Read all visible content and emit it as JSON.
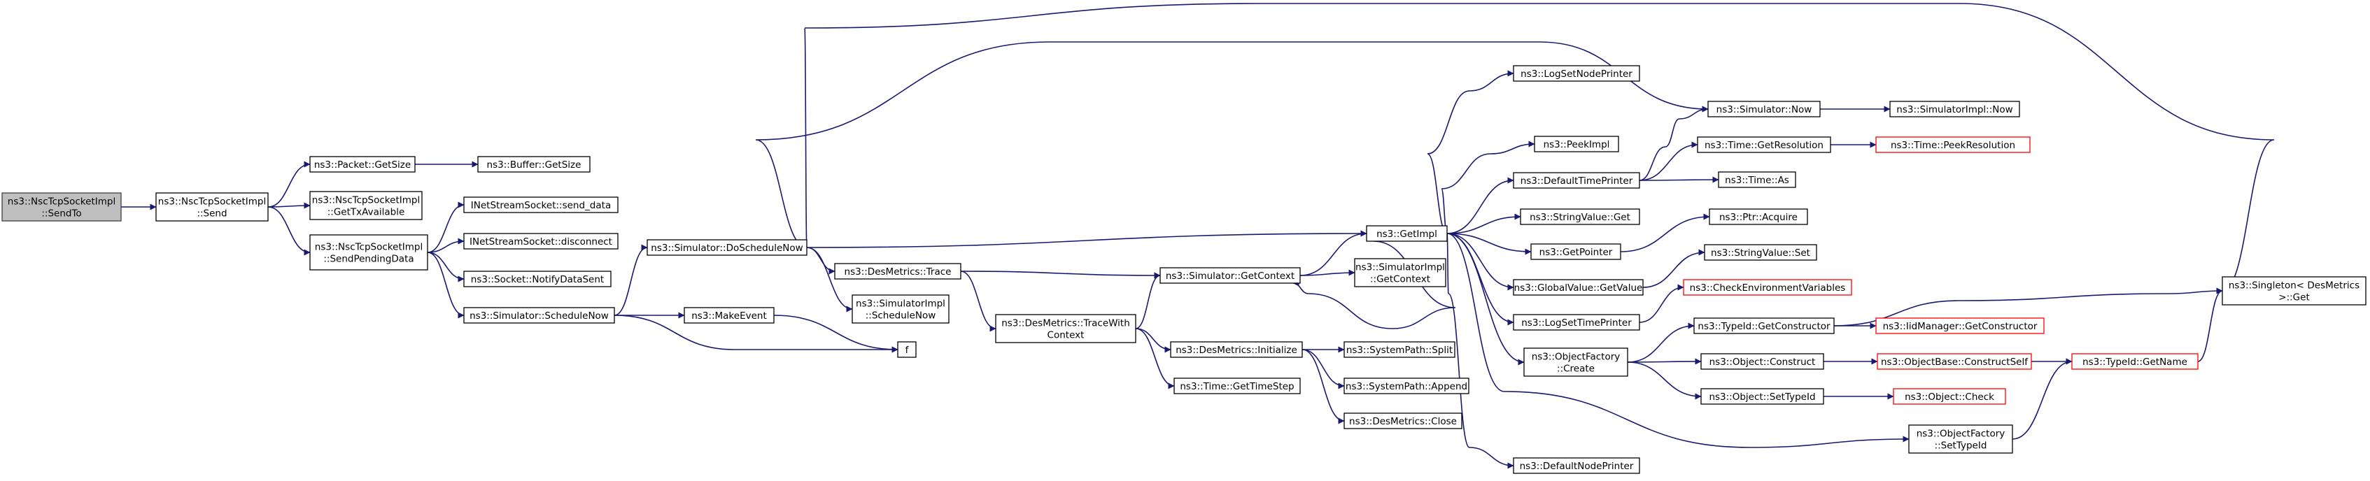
{
  "graph": {
    "edge_color": "#191970",
    "root_fill": "#bfbfbf",
    "truncated_border_color": "#ff0000",
    "nodes": [
      {
        "id": "sendto",
        "lines": [
          "ns3::NscTcpSocketImpl",
          "::SendTo"
        ],
        "root": true
      },
      {
        "id": "send",
        "lines": [
          "ns3::NscTcpSocketImpl",
          "::Send"
        ]
      },
      {
        "id": "packet_getsize",
        "lines": [
          "ns3::Packet::GetSize"
        ]
      },
      {
        "id": "buffer_getsize",
        "lines": [
          "ns3::Buffer::GetSize"
        ]
      },
      {
        "id": "gettxavailable",
        "lines": [
          "ns3::NscTcpSocketImpl",
          "::GetTxAvailable"
        ]
      },
      {
        "id": "sendpendingdata",
        "lines": [
          "ns3::NscTcpSocketImpl",
          "::SendPendingData"
        ]
      },
      {
        "id": "send_data",
        "lines": [
          "INetStreamSocket::send_data"
        ]
      },
      {
        "id": "disconnect",
        "lines": [
          "INetStreamSocket::disconnect"
        ]
      },
      {
        "id": "notifydatasent",
        "lines": [
          "ns3::Socket::NotifyDataSent"
        ]
      },
      {
        "id": "schedulenow",
        "lines": [
          "ns3::Simulator::ScheduleNow"
        ]
      },
      {
        "id": "makeevent",
        "lines": [
          "ns3::MakeEvent"
        ]
      },
      {
        "id": "f",
        "lines": [
          "f"
        ]
      },
      {
        "id": "doschedulenow",
        "lines": [
          "ns3::Simulator::DoScheduleNow"
        ]
      },
      {
        "id": "desmetrics_trace",
        "lines": [
          "ns3::DesMetrics::Trace"
        ]
      },
      {
        "id": "simimpl_schedulenow",
        "lines": [
          "ns3::SimulatorImpl",
          "::ScheduleNow"
        ]
      },
      {
        "id": "tracewithcontext",
        "lines": [
          "ns3::DesMetrics::TraceWith",
          "Context"
        ]
      },
      {
        "id": "sim_getcontext",
        "lines": [
          "ns3::Simulator::GetContext"
        ]
      },
      {
        "id": "desmetrics_initialize",
        "lines": [
          "ns3::DesMetrics::Initialize"
        ]
      },
      {
        "id": "time_gettimestep",
        "lines": [
          "ns3::Time::GetTimeStep"
        ]
      },
      {
        "id": "systempath_split",
        "lines": [
          "ns3::SystemPath::Split"
        ]
      },
      {
        "id": "systempath_append",
        "lines": [
          "ns3::SystemPath::Append"
        ]
      },
      {
        "id": "desmetrics_close",
        "lines": [
          "ns3::DesMetrics::Close"
        ]
      },
      {
        "id": "simimpl_getcontext",
        "lines": [
          "ns3::SimulatorImpl",
          "::GetContext"
        ]
      },
      {
        "id": "getimpl",
        "lines": [
          "ns3::GetImpl"
        ]
      },
      {
        "id": "lognodeprinter",
        "lines": [
          "ns3::LogSetNodePrinter"
        ]
      },
      {
        "id": "peekimpl",
        "lines": [
          "ns3::PeekImpl"
        ]
      },
      {
        "id": "defaulttimeprinter",
        "lines": [
          "ns3::DefaultTimePrinter"
        ]
      },
      {
        "id": "stringvalue_get",
        "lines": [
          "ns3::StringValue::Get"
        ]
      },
      {
        "id": "getpointer",
        "lines": [
          "ns3::GetPointer"
        ]
      },
      {
        "id": "globalvalue_getvalue",
        "lines": [
          "ns3::GlobalValue::GetValue"
        ]
      },
      {
        "id": "logsettimeprinter",
        "lines": [
          "ns3::LogSetTimePrinter"
        ]
      },
      {
        "id": "objectfactory_create",
        "lines": [
          "ns3::ObjectFactory",
          "::Create"
        ]
      },
      {
        "id": "defaultnodeprinter",
        "lines": [
          "ns3::DefaultNodePrinter"
        ]
      },
      {
        "id": "sim_now",
        "lines": [
          "ns3::Simulator::Now"
        ]
      },
      {
        "id": "simimpl_now",
        "lines": [
          "ns3::SimulatorImpl::Now"
        ]
      },
      {
        "id": "time_getresolution",
        "lines": [
          "ns3::Time::GetResolution"
        ]
      },
      {
        "id": "time_peekresolution",
        "lines": [
          "ns3::Time::PeekResolution"
        ],
        "truncated": true
      },
      {
        "id": "time_as",
        "lines": [
          "ns3::Time::As"
        ]
      },
      {
        "id": "ptr_acquire",
        "lines": [
          "ns3::Ptr::Acquire"
        ]
      },
      {
        "id": "stringvalue_set",
        "lines": [
          "ns3::StringValue::Set"
        ]
      },
      {
        "id": "checkenv",
        "lines": [
          "ns3::CheckEnvironmentVariables"
        ],
        "truncated": true
      },
      {
        "id": "typeid_getconstructor",
        "lines": [
          "ns3::TypeId::GetConstructor"
        ]
      },
      {
        "id": "iidmanager_getconstructor",
        "lines": [
          "ns3::IidManager::GetConstructor"
        ],
        "truncated": true
      },
      {
        "id": "object_construct",
        "lines": [
          "ns3::Object::Construct"
        ]
      },
      {
        "id": "objectbase_constructself",
        "lines": [
          "ns3::ObjectBase::ConstructSelf"
        ],
        "truncated": true
      },
      {
        "id": "object_settypeid",
        "lines": [
          "ns3::Object::SetTypeId"
        ]
      },
      {
        "id": "object_check",
        "lines": [
          "ns3::Object::Check"
        ],
        "truncated": true
      },
      {
        "id": "objectfactory_settypeid",
        "lines": [
          "ns3::ObjectFactory",
          "::SetTypeId"
        ]
      },
      {
        "id": "typeid_getname",
        "lines": [
          "ns3::TypeId::GetName"
        ],
        "truncated": true
      },
      {
        "id": "singleton_get",
        "lines": [
          "ns3::Singleton< DesMetrics",
          " >::Get"
        ]
      }
    ],
    "edges": [
      [
        "sendto",
        "send"
      ],
      [
        "send",
        "packet_getsize"
      ],
      [
        "send",
        "gettxavailable"
      ],
      [
        "send",
        "sendpendingdata"
      ],
      [
        "packet_getsize",
        "buffer_getsize"
      ],
      [
        "sendpendingdata",
        "send_data"
      ],
      [
        "sendpendingdata",
        "disconnect"
      ],
      [
        "sendpendingdata",
        "notifydatasent"
      ],
      [
        "sendpendingdata",
        "schedulenow"
      ],
      [
        "schedulenow",
        "doschedulenow"
      ],
      [
        "schedulenow",
        "makeevent"
      ],
      [
        "schedulenow",
        "f"
      ],
      [
        "makeevent",
        "f"
      ],
      [
        "doschedulenow",
        "desmetrics_trace"
      ],
      [
        "doschedulenow",
        "simimpl_schedulenow"
      ],
      [
        "doschedulenow",
        "getimpl"
      ],
      [
        "doschedulenow",
        "sim_now"
      ],
      [
        "doschedulenow",
        "singleton_get"
      ],
      [
        "desmetrics_trace",
        "sim_getcontext"
      ],
      [
        "desmetrics_trace",
        "tracewithcontext"
      ],
      [
        "tracewithcontext",
        "sim_getcontext"
      ],
      [
        "tracewithcontext",
        "desmetrics_initialize"
      ],
      [
        "tracewithcontext",
        "time_gettimestep"
      ],
      [
        "desmetrics_initialize",
        "systempath_split"
      ],
      [
        "desmetrics_initialize",
        "systempath_append"
      ],
      [
        "desmetrics_initialize",
        "desmetrics_close"
      ],
      [
        "sim_getcontext",
        "getimpl"
      ],
      [
        "sim_getcontext",
        "simimpl_getcontext"
      ],
      [
        "getimpl",
        "lognodeprinter"
      ],
      [
        "getimpl",
        "peekimpl"
      ],
      [
        "getimpl",
        "defaulttimeprinter"
      ],
      [
        "getimpl",
        "stringvalue_get"
      ],
      [
        "getimpl",
        "getpointer"
      ],
      [
        "getimpl",
        "globalvalue_getvalue"
      ],
      [
        "getimpl",
        "logsettimeprinter"
      ],
      [
        "getimpl",
        "objectfactory_create"
      ],
      [
        "getimpl",
        "defaultnodeprinter"
      ],
      [
        "getimpl",
        "sim_getcontext"
      ],
      [
        "getimpl",
        "objectfactory_settypeid"
      ],
      [
        "defaulttimeprinter",
        "sim_now"
      ],
      [
        "defaulttimeprinter",
        "time_getresolution"
      ],
      [
        "defaulttimeprinter",
        "time_as"
      ],
      [
        "sim_now",
        "simimpl_now"
      ],
      [
        "time_getresolution",
        "time_peekresolution"
      ],
      [
        "getpointer",
        "ptr_acquire"
      ],
      [
        "globalvalue_getvalue",
        "stringvalue_set"
      ],
      [
        "logsettimeprinter",
        "checkenv"
      ],
      [
        "objectfactory_create",
        "typeid_getconstructor"
      ],
      [
        "objectfactory_create",
        "object_construct"
      ],
      [
        "objectfactory_create",
        "object_settypeid"
      ],
      [
        "typeid_getconstructor",
        "iidmanager_getconstructor"
      ],
      [
        "typeid_getconstructor",
        "singleton_get"
      ],
      [
        "object_construct",
        "objectbase_constructself"
      ],
      [
        "objectbase_constructself",
        "typeid_getname"
      ],
      [
        "object_settypeid",
        "object_check"
      ],
      [
        "objectfactory_settypeid",
        "typeid_getname"
      ],
      [
        "typeid_getname",
        "singleton_get"
      ]
    ]
  }
}
